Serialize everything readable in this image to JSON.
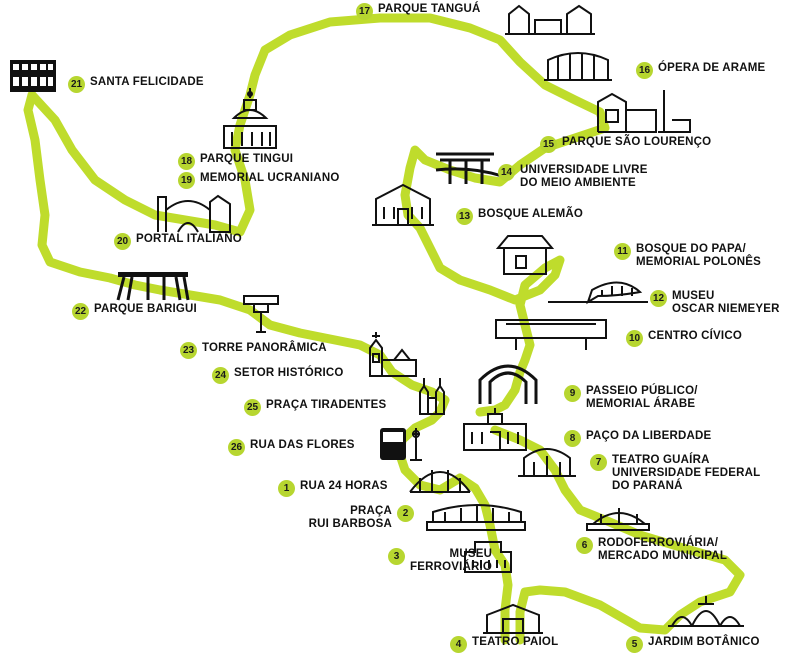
{
  "route_color": "#bfdc2c",
  "badge_color": "#b7d630",
  "stops": [
    {
      "num": "1",
      "name": "RUA 24 HORAS"
    },
    {
      "num": "2",
      "name": "PRAÇA\nRUI BARBOSA"
    },
    {
      "num": "3",
      "name": "MUSEU\nFERROVIÁRIO"
    },
    {
      "num": "4",
      "name": "TEATRO PAIOL"
    },
    {
      "num": "5",
      "name": "JARDIM BOTÂNICO"
    },
    {
      "num": "6",
      "name": "RODOFERROVIÁRIA/\nMERCADO MUNICIPAL"
    },
    {
      "num": "7",
      "name": "TEATRO GUAÍRA\nUNIVERSIDADE FEDERAL\nDO PARANÁ"
    },
    {
      "num": "8",
      "name": "PAÇO DA LIBERDADE"
    },
    {
      "num": "9",
      "name": "PASSEIO PÚBLICO/\nMEMORIAL ÁRABE"
    },
    {
      "num": "10",
      "name": "CENTRO CÍVICO"
    },
    {
      "num": "11",
      "name": "BOSQUE DO PAPA/\nMEMORIAL POLONÊS"
    },
    {
      "num": "12",
      "name": "MUSEU\nOSCAR NIEMEYER"
    },
    {
      "num": "13",
      "name": "BOSQUE ALEMÃO"
    },
    {
      "num": "14",
      "name": "UNIVERSIDADE LIVRE\nDO MEIO AMBIENTE"
    },
    {
      "num": "15",
      "name": "PARQUE SÃO LOURENÇO"
    },
    {
      "num": "16",
      "name": "ÓPERA DE ARAME"
    },
    {
      "num": "17",
      "name": "PARQUE TANGUÁ"
    },
    {
      "num": "18",
      "name": "PARQUE TINGUI"
    },
    {
      "num": "19",
      "name": "MEMORIAL UCRANIANO"
    },
    {
      "num": "20",
      "name": "PORTAL ITALIANO"
    },
    {
      "num": "21",
      "name": "SANTA FELICIDADE"
    },
    {
      "num": "22",
      "name": "PARQUE BARIGUI"
    },
    {
      "num": "23",
      "name": "TORRE PANORÂMICA"
    },
    {
      "num": "24",
      "name": "SETOR HISTÓRICO"
    },
    {
      "num": "25",
      "name": "PRAÇA TIRADENTES"
    },
    {
      "num": "26",
      "name": "RUA DAS FLORES"
    }
  ],
  "icons": [
    "rua-24-horas-icon",
    "praca-rui-barbosa-icon",
    "museu-ferroviario-icon",
    "teatro-paiol-icon",
    "jardim-botanico-icon",
    "rodoferroviaria-icon",
    "teatro-guaira-icon",
    "paco-da-liberdade-icon",
    "passeio-publico-icon",
    "centro-civico-icon",
    "bosque-do-papa-icon",
    "museu-oscar-niemeyer-icon",
    "bosque-alemao-icon",
    "universidade-livre-icon",
    "parque-sao-lourenco-icon",
    "opera-de-arame-icon",
    "parque-tangua-icon",
    "parque-tingui-icon",
    "portal-italiano-icon",
    "santa-felicidade-icon",
    "parque-barigui-icon",
    "torre-panoramica-icon",
    "setor-historico-icon",
    "praca-tiradentes-icon",
    "rua-das-flores-icon"
  ]
}
